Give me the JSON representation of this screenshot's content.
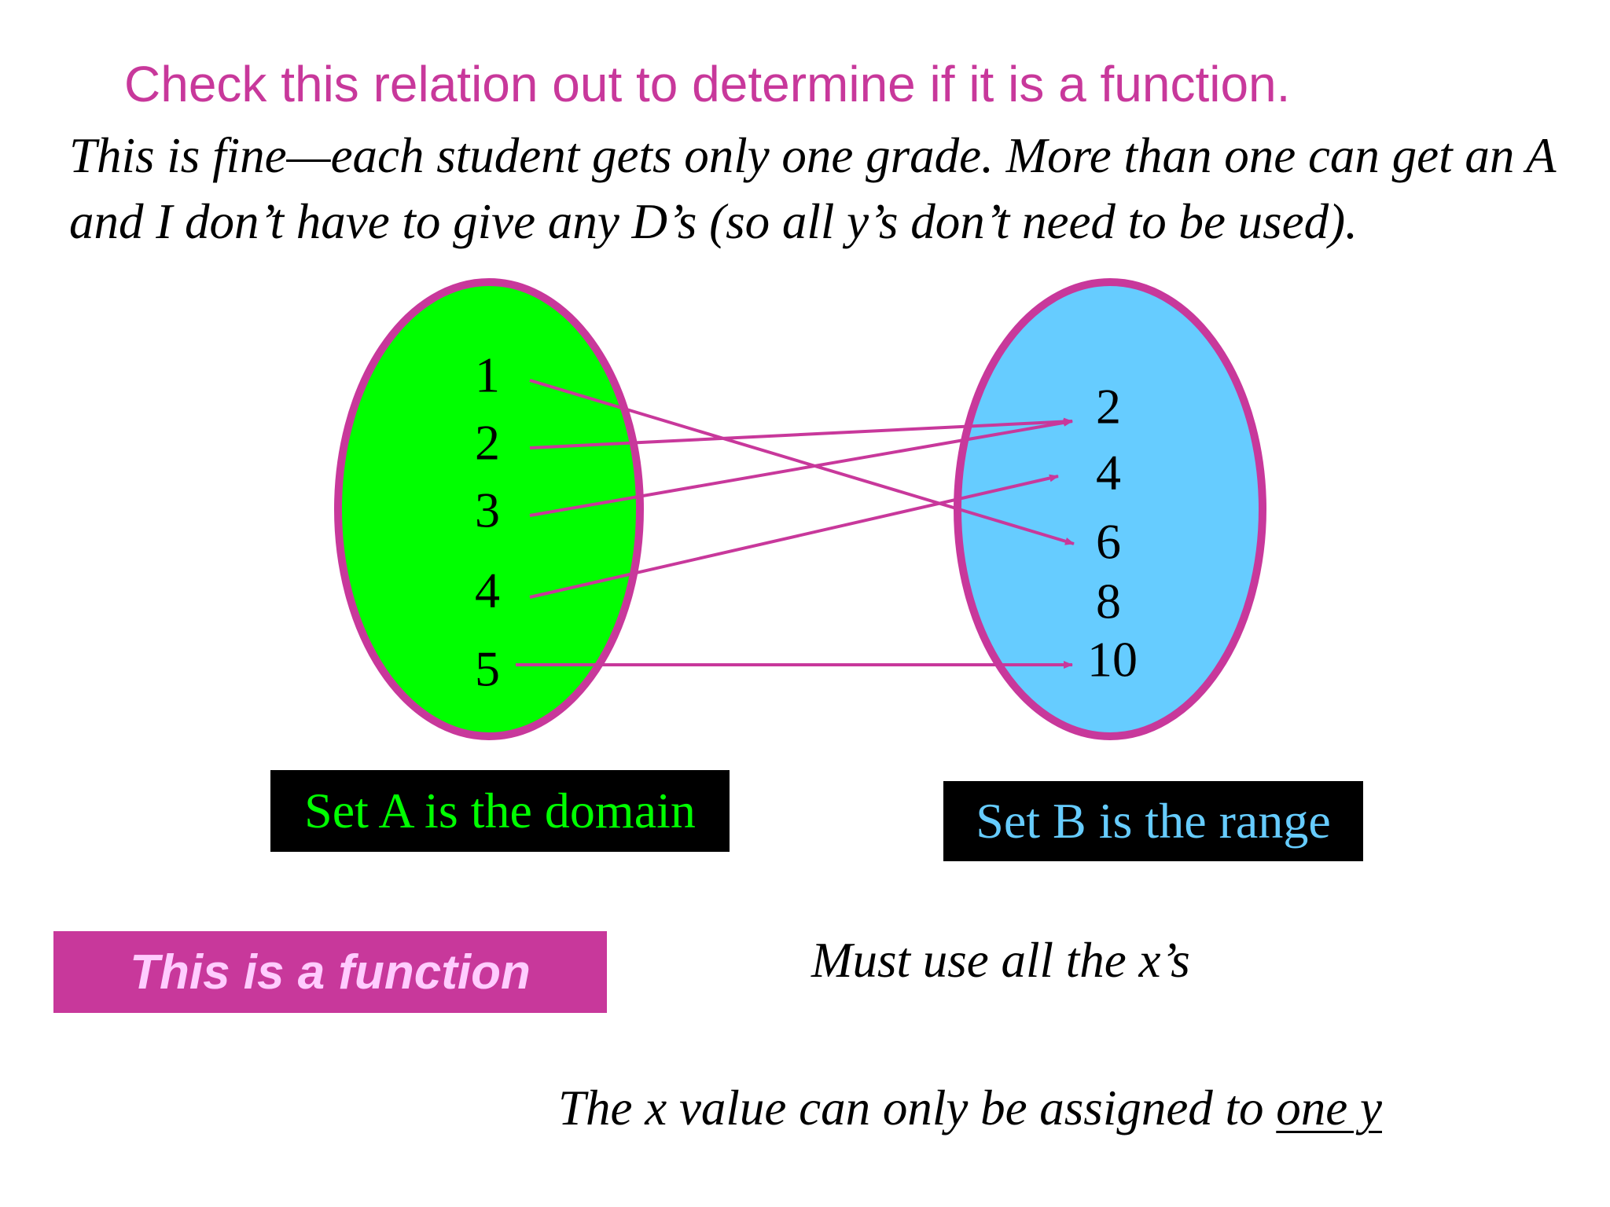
{
  "title": "Check this relation out to determine if it is a function.",
  "intro": "This is fine—each student gets only one grade.  More than one can get an A and I don’t have to give any D’s (so all y’s don’t need to be used).",
  "set_a": {
    "items": [
      "1",
      "2",
      "3",
      "4",
      "5"
    ],
    "label": "Set A is the domain",
    "fill_color": "#00ff00",
    "label_color": "#00ff00"
  },
  "set_b": {
    "items": [
      "2",
      "4",
      "6",
      "8",
      "10"
    ],
    "label": "Set B is the range",
    "fill_color": "#66ccff",
    "label_color": "#66ccff"
  },
  "mapping": [
    {
      "from": "1",
      "to": "6"
    },
    {
      "from": "2",
      "to": "2"
    },
    {
      "from": "3",
      "to": "2"
    },
    {
      "from": "4",
      "to": "4"
    },
    {
      "from": "5",
      "to": "10"
    }
  ],
  "colors": {
    "accent": "#c8389b",
    "badge_text": "#ffccff"
  },
  "badge": "This is a function",
  "note_x": "Must use all the x’s",
  "rule": {
    "prefix": "The x value can only be assigned to ",
    "emphasis": "one y"
  }
}
